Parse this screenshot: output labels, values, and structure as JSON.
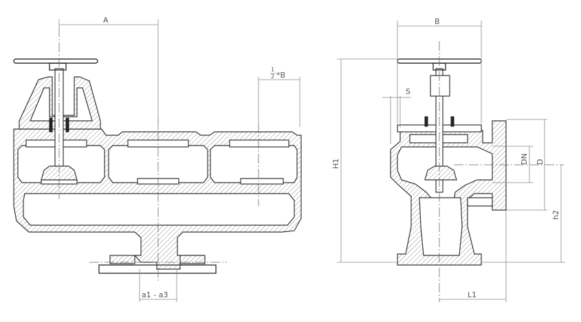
{
  "labels": {
    "A": "A",
    "B": "B",
    "half_num": "1",
    "half_den": "2",
    "half_suffix": "*B",
    "S": "S",
    "H1": "H1",
    "DN": "DN",
    "D": "D",
    "h2": "h2",
    "a1a3": "a1 - a3",
    "L1": "L1"
  },
  "colors": {
    "line": "#333333",
    "dimension": "#888888",
    "hatch": "#666666"
  }
}
